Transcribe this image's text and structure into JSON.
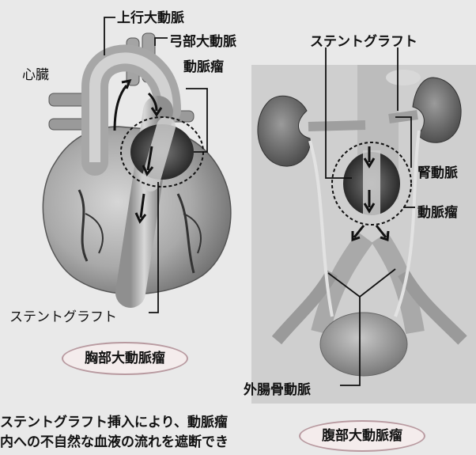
{
  "labels": {
    "ascending_aorta": "上行大動脈",
    "aortic_arch": "弓部大動脈",
    "heart": "心臓",
    "aneurysm_left": "動脈瘤",
    "stent_graft_top": "ステントグラフト",
    "renal_artery": "腎動脈",
    "aneurysm_right": "動脈瘤",
    "stent_graft_left": "ステントグラフト",
    "external_iliac": "外腸骨動脈"
  },
  "badges": {
    "thoracic": "胸部大動脈瘤",
    "abdominal": "腹部大動脈瘤"
  },
  "caption": {
    "line1": "ステントグラフト挿入により、動脈瘤",
    "line2": "内への不自然な血液の流れを遮断でき"
  },
  "colors": {
    "background": "#e9e9e9",
    "badge_border": "#b89aa0",
    "badge_fill": "#f4ecec"
  }
}
